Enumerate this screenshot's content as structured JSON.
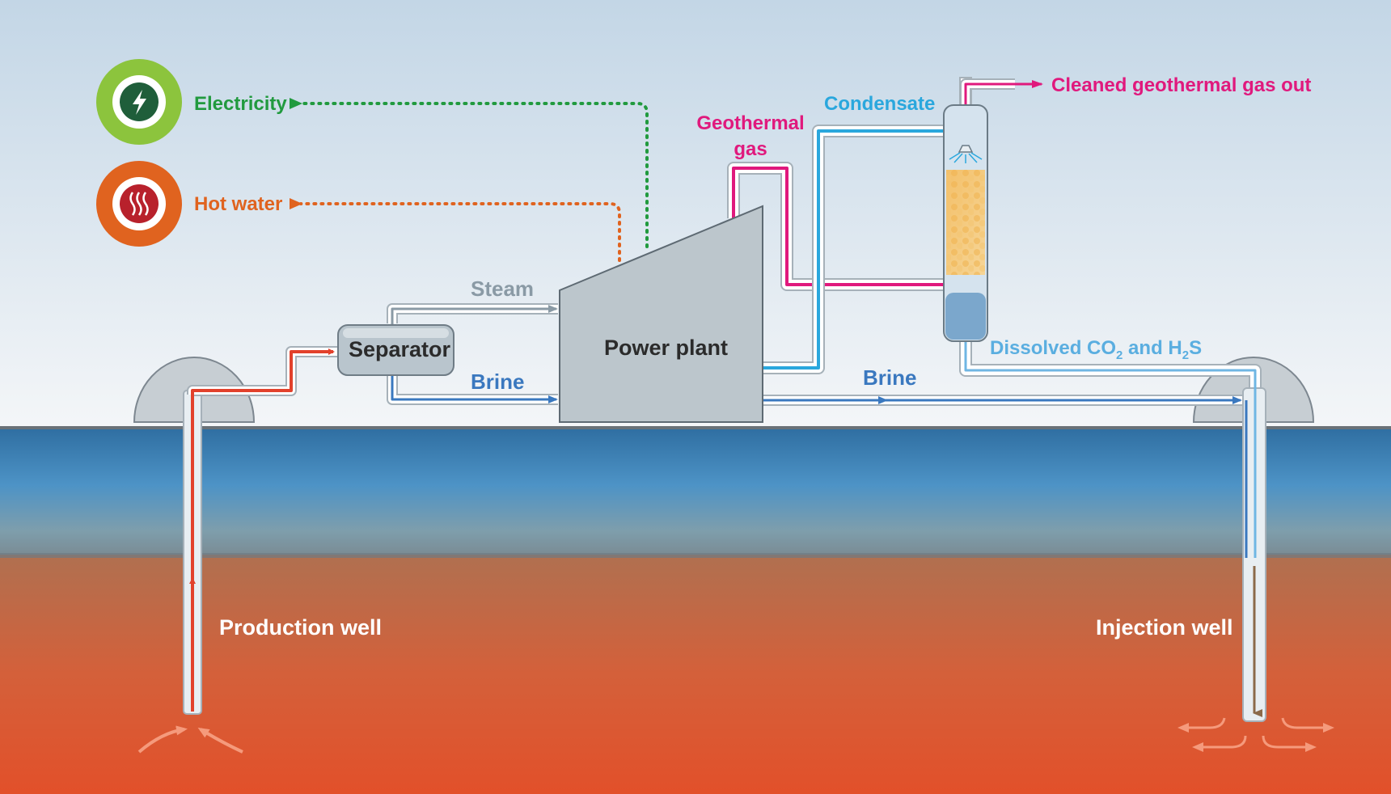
{
  "labels": {
    "electricity": "Electricity",
    "hot_water": "Hot water",
    "steam": "Steam",
    "separator": "Separator",
    "brine_left": "Brine",
    "brine_right": "Brine",
    "power_plant": "Power plant",
    "geothermal_gas_line1": "Geothermal",
    "geothermal_gas_line2": "gas",
    "condensate": "Condensate",
    "cleaned_gas_out": "Cleaned geothermal gas out",
    "dissolved_prefix": "Dissolved CO",
    "dissolved_sub1": "2",
    "dissolved_mid": " and H",
    "dissolved_sub2": "2",
    "dissolved_suffix": "S",
    "production_well": "Production well",
    "injection_well": "Injection well"
  },
  "icons": {
    "electricity": "lightning-bolt-icon",
    "hot_water": "heat-waves-icon"
  },
  "colors": {
    "production_flow": "#e2412c",
    "steam": "#8a9aa5",
    "brine": "#3a78bf",
    "condensate": "#2aa7dd",
    "geothermal_gas": "#e0197d",
    "electricity": "#219a3e",
    "hot_water": "#e0631f",
    "dissolved": "#5aaee0"
  }
}
